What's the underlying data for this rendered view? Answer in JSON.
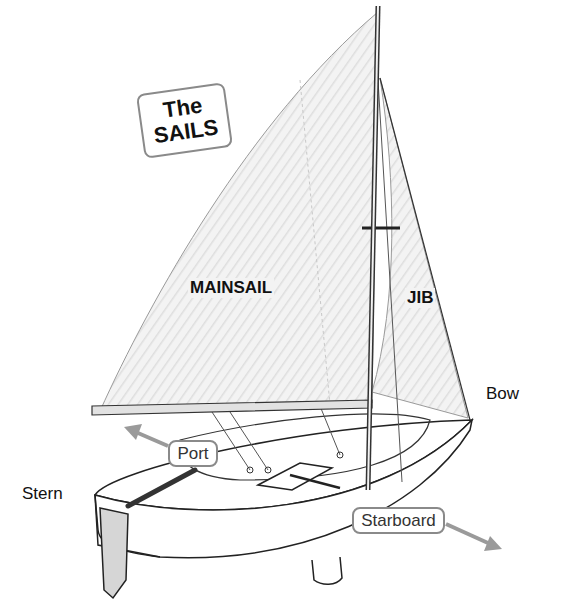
{
  "diagram": {
    "nodes": [
      {
        "text": [
          "The SAILS"
        ]
      },
      {
        "text": [
          "Port"
        ]
      },
      {
        "text": [
          "Starboard"
        ]
      }
    ],
    "labels": [
      "MAINSAIL",
      "JIB",
      "Bow",
      "Stern"
    ]
  }
}
